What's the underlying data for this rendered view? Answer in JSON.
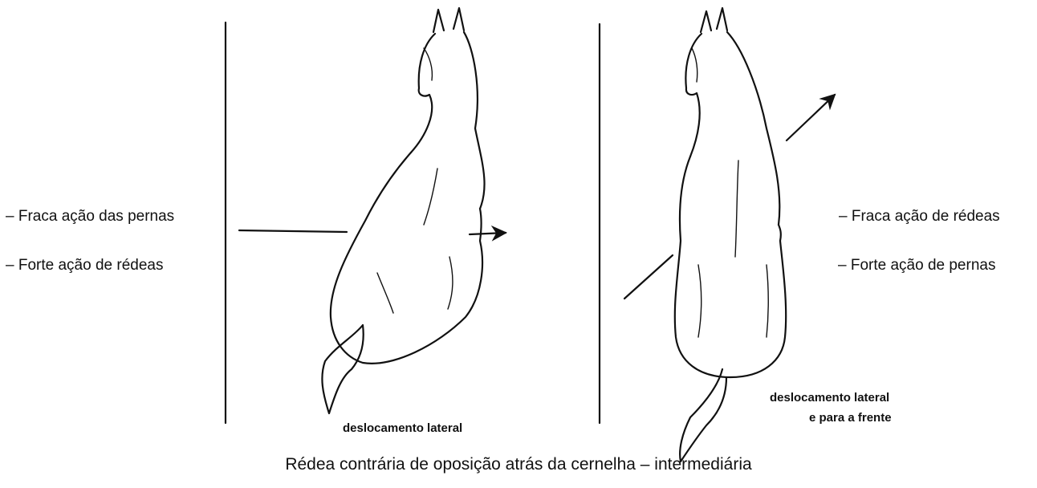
{
  "left_panel": {
    "labels": [
      "– Fraca ação das pernas",
      "– Forte ação de rédeas"
    ],
    "caption": "deslocamento lateral"
  },
  "right_panel": {
    "labels": [
      "– Fraca ação de rédeas",
      "– Forte ação de pernas"
    ],
    "caption_line1": "deslocamento lateral",
    "caption_line2": "e para a frente"
  },
  "figure_caption": "Rédea contrária de oposição atrás da cernelha – intermediária"
}
